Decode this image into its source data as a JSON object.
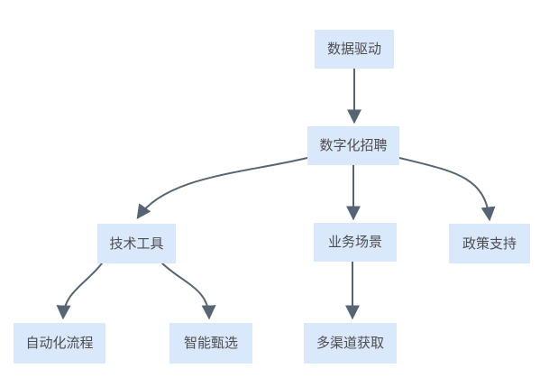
{
  "diagram": {
    "type": "mindmap-flowchart",
    "nodes": {
      "data_driven": {
        "label": "数据驱动"
      },
      "digital": {
        "label": "数字化招聘"
      },
      "tech": {
        "label": "技术工具"
      },
      "business": {
        "label": "业务场景"
      },
      "policy": {
        "label": "政策支持"
      },
      "automation": {
        "label": "自动化流程"
      },
      "smart": {
        "label": "智能甄选"
      },
      "multichannel": {
        "label": "多渠道获取"
      }
    },
    "edges": [
      {
        "from": "数据驱动",
        "to": "数字化招聘"
      },
      {
        "from": "数字化招聘",
        "to": "技术工具"
      },
      {
        "from": "数字化招聘",
        "to": "业务场景"
      },
      {
        "from": "数字化招聘",
        "to": "政策支持"
      },
      {
        "from": "技术工具",
        "to": "自动化流程"
      },
      {
        "from": "技术工具",
        "to": "智能甄选"
      },
      {
        "from": "业务场景",
        "to": "多渠道获取"
      }
    ],
    "colors": {
      "node_fill": "#dae8fc",
      "node_text": "#4d4d4d",
      "arrow": "#566573",
      "background": "#ffffff"
    }
  }
}
